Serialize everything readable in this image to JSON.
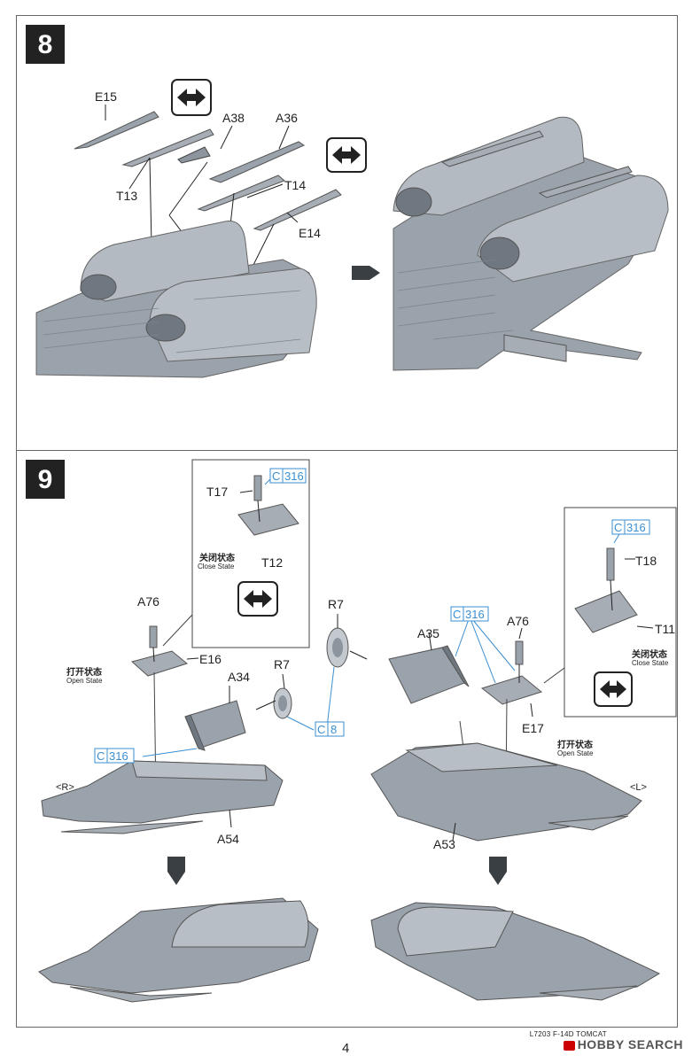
{
  "step8": {
    "number": "8",
    "labels": {
      "e15": "E15",
      "a38": "A38",
      "a36": "A36",
      "t13": "T13",
      "t14": "T14",
      "e14": "E14"
    }
  },
  "step9": {
    "number": "9",
    "labels": {
      "t17": "T17",
      "c316_top": "316",
      "t12": "T12",
      "close_cn": "关闭状态",
      "close_en": "Close State",
      "a76_left": "A76",
      "e16": "E16",
      "open_cn_left": "打开状态",
      "open_en_left": "Open State",
      "r7_mid": "R7",
      "a34": "A34",
      "r7_small": "R7",
      "c8": "8",
      "c316_left": "316",
      "side_r": "<R>",
      "a54": "A54",
      "a35": "A35",
      "c316_mid": "316",
      "a76_right": "A76",
      "e17": "E17",
      "open_cn_right": "打开状态",
      "open_en_right": "Open State",
      "side_l": "<L>",
      "a53": "A53",
      "c316_right": "316",
      "t18": "T18",
      "t11": "T11",
      "close_cn_right": "关闭状态",
      "close_en_right": "Close State",
      "c_prefix": "C"
    }
  },
  "footer": {
    "code": "L7203  F-14D TOMCAT",
    "page": "4",
    "logo": "HOBBY SEARCH"
  },
  "colors": {
    "part": "#9aa2ab",
    "part_dark": "#6f7780",
    "part_light": "#c3c9cf",
    "callout_blue": "#3b8fd1",
    "badge": "#222222"
  }
}
